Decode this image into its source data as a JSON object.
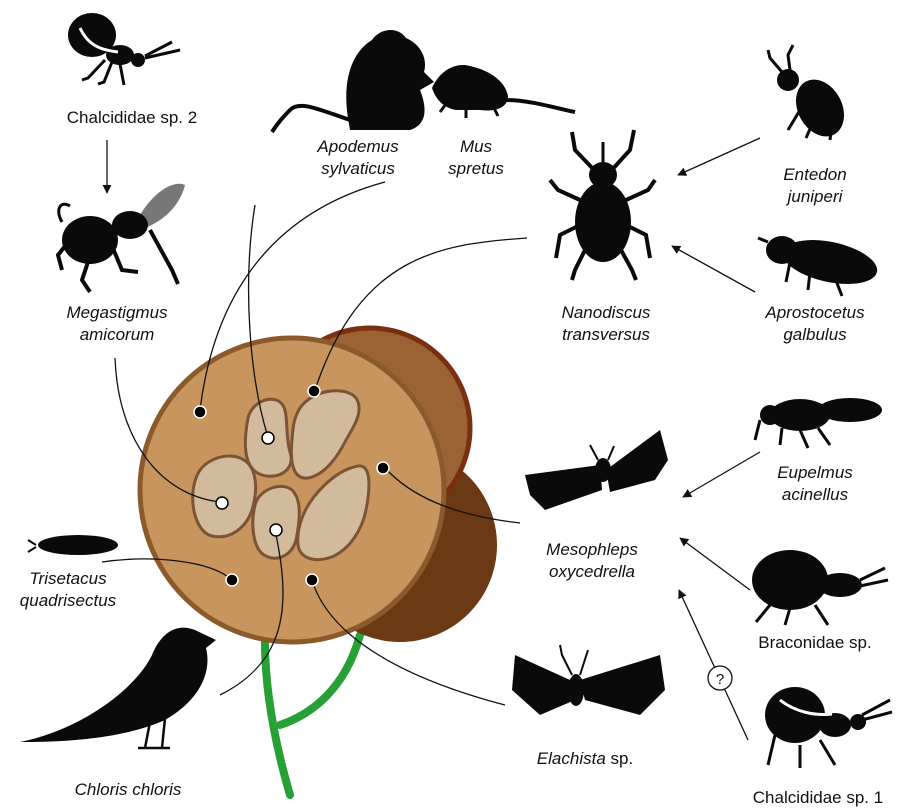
{
  "species": {
    "chalcididae_sp2": "Chalcididae sp. 2",
    "megastigmus_1": "Megastigmus",
    "megastigmus_2": "amicorum",
    "apodemus_1": "Apodemus",
    "apodemus_2": "sylvaticus",
    "mus_1": "Mus",
    "mus_2": "spretus",
    "entedon_1": "Entedon",
    "entedon_2": "juniperi",
    "nanodiscus_1": "Nanodiscus",
    "nanodiscus_2": "transversus",
    "aprostocetus_1": "Aprostocetus",
    "aprostocetus_2": "galbulus",
    "eupelmus_1": "Eupelmus",
    "eupelmus_2": "acinellus",
    "mesophleps_1": "Mesophleps",
    "mesophleps_2": "oxycedrella",
    "trisetacus_1": "Trisetacus",
    "trisetacus_2": "quadrisectus",
    "braconidae": "Braconidae sp.",
    "elachista_genus": "Elachista",
    "elachista_sp": " sp.",
    "chloris": "Chloris chloris",
    "chalcididae_sp1": "Chalcididae sp. 1"
  },
  "uncertain_marker": "?",
  "colors": {
    "cone_front": "#c8955f",
    "cone_back_mid": "#9b6234",
    "cone_back_dark": "#6b3a14",
    "cone_rim": "#8a5a2b",
    "seed_fill": "#d2bb9d",
    "stem": "#27a035",
    "silhouette": "#0a0a0a"
  }
}
